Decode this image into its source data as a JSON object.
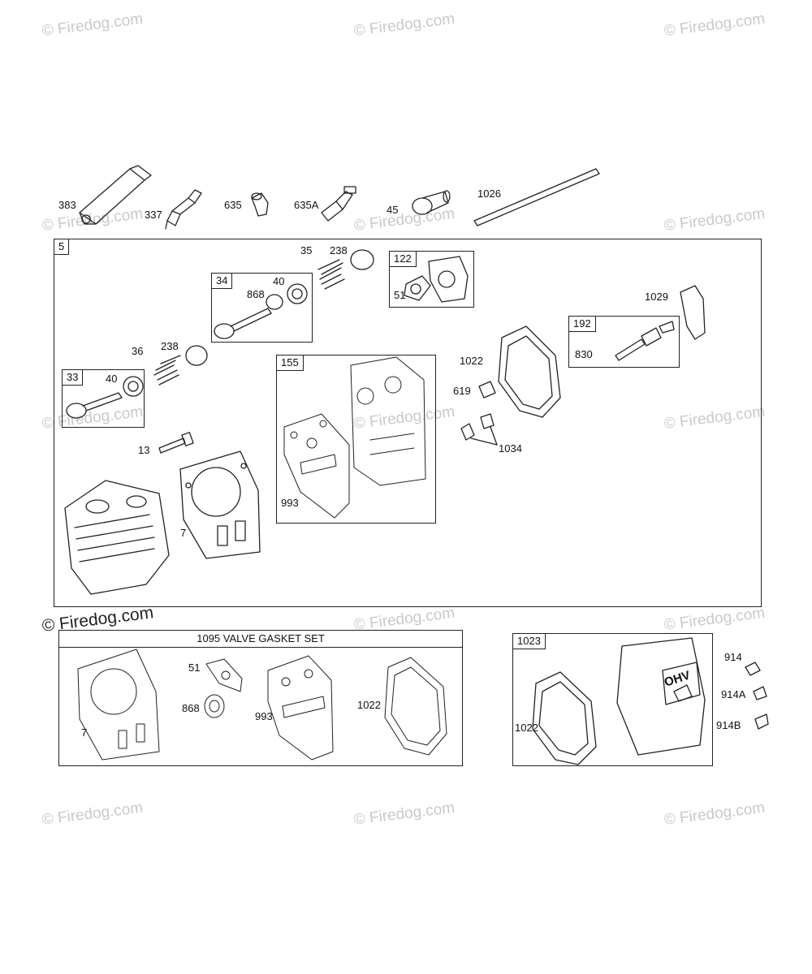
{
  "watermark": "© Firedog.com",
  "groups": {
    "main_assembly": "5",
    "valve_exhaust": "34",
    "valve_intake": "33",
    "breather": "122",
    "gasket_kit": "155",
    "rocker": "192",
    "valve_cover": "1023"
  },
  "gasket_set_title": "1095 VALVE GASKET SET",
  "cover_logo_text": "OHV",
  "labels": {
    "p383": "383",
    "p337": "337",
    "p635": "635",
    "p635a": "635A",
    "p45": "45",
    "p1026": "1026",
    "p35": "35",
    "p238a": "238",
    "p51a": "51",
    "p1029": "1029",
    "p868a": "868",
    "p40a": "40",
    "p36": "36",
    "p238b": "238",
    "p40b": "40",
    "p1022a": "1022",
    "p830": "830",
    "p619": "619",
    "p1034": "1034",
    "p13": "13",
    "p993a": "993",
    "p7a": "7",
    "p51b": "51",
    "p868b": "868",
    "p993b": "993",
    "p1022b": "1022",
    "p7b": "7",
    "p1022c": "1022",
    "p914": "914",
    "p914a": "914A",
    "p914b": "914B"
  }
}
